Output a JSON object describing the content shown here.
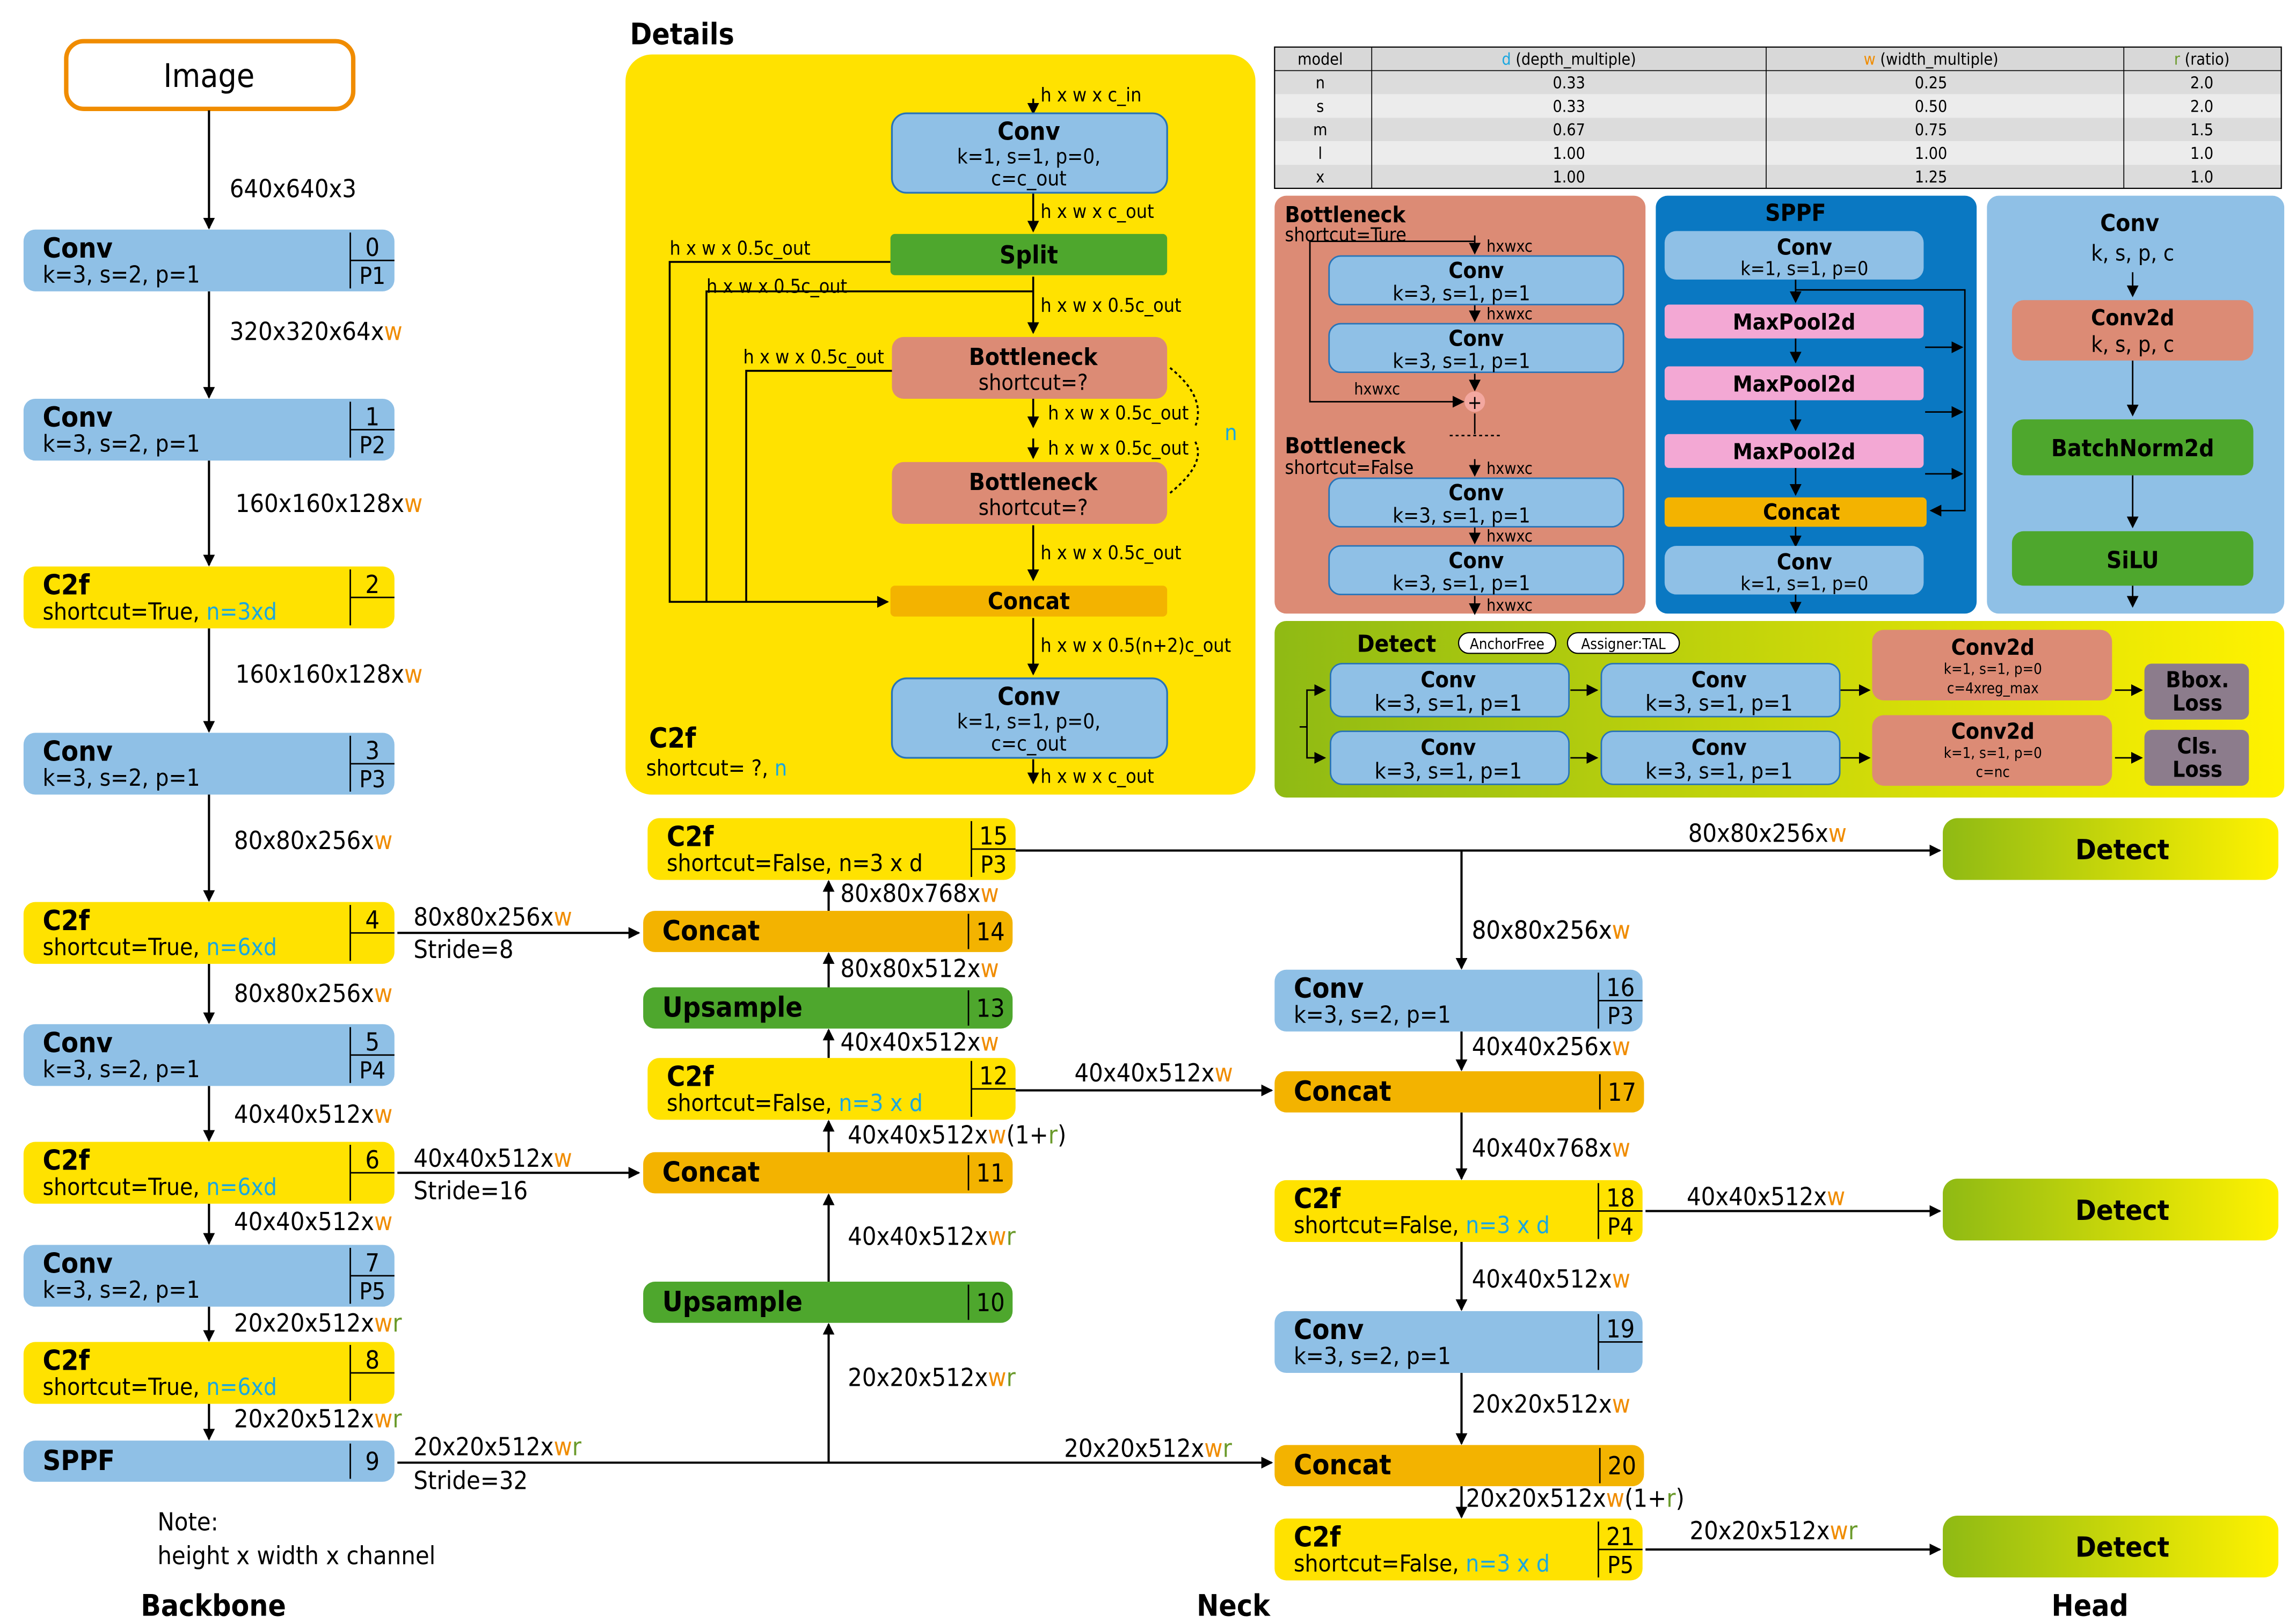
{
  "colors": {
    "blue": "#8fc0e6",
    "yellow": "#ffe200",
    "orange": "#f3b300",
    "green": "#4ea72d",
    "salmon": "#dc8b75",
    "pink": "#f3a8d4",
    "purple": "#8c7c8c",
    "olive": "#8fba14",
    "w": "#f08c00",
    "d": "#1aa7e0",
    "r": "#6a9a2a"
  },
  "sections": {
    "backbone": "Backbone",
    "neck": "Neck",
    "head": "Head",
    "details": "Details"
  },
  "note": {
    "line1": "Note:",
    "line2": "height x width x channel"
  },
  "image_box": "Image",
  "table": {
    "headers": [
      "model",
      "d (depth_multiple)",
      "w (width_multiple)",
      "r (ratio)"
    ],
    "rows": [
      [
        "n",
        "0.33",
        "0.25",
        "2.0"
      ],
      [
        "s",
        "0.33",
        "0.50",
        "2.0"
      ],
      [
        "m",
        "0.67",
        "0.75",
        "1.5"
      ],
      [
        "l",
        "1.00",
        "1.00",
        "1.0"
      ],
      [
        "x",
        "1.00",
        "1.25",
        "1.0"
      ]
    ]
  },
  "nodes": [
    {
      "id": "b0",
      "color": "blue",
      "title": "Conv",
      "sub": "k=3, s=2, p=1",
      "idx": "0",
      "tag": "P1"
    },
    {
      "id": "b1",
      "color": "blue",
      "title": "Conv",
      "sub": "k=3, s=2, p=1",
      "idx": "1",
      "tag": "P2"
    },
    {
      "id": "b2",
      "color": "yellow",
      "title": "C2f",
      "sub": "shortcut=True, ",
      "subc": "n=3xd",
      "idx": "2",
      "tag": ""
    },
    {
      "id": "b3",
      "color": "blue",
      "title": "Conv",
      "sub": "k=3, s=2, p=1",
      "idx": "3",
      "tag": "P3"
    },
    {
      "id": "b4",
      "color": "yellow",
      "title": "C2f",
      "sub": "shortcut=True, ",
      "subc": "n=6xd",
      "idx": "4",
      "tag": ""
    },
    {
      "id": "b5",
      "color": "blue",
      "title": "Conv",
      "sub": "k=3, s=2, p=1",
      "idx": "5",
      "tag": "P4"
    },
    {
      "id": "b6",
      "color": "yellow",
      "title": "C2f",
      "sub": "shortcut=True, ",
      "subc": "n=6xd",
      "idx": "6",
      "tag": ""
    },
    {
      "id": "b7",
      "color": "blue",
      "title": "Conv",
      "sub": "k=3, s=2, p=1",
      "idx": "7",
      "tag": "P5"
    },
    {
      "id": "b8",
      "color": "yellow",
      "title": "C2f",
      "sub": "shortcut=True, ",
      "subc": "n=6xd",
      "idx": "8",
      "tag": ""
    },
    {
      "id": "b9",
      "color": "blue",
      "title": "SPPF",
      "sub": "",
      "idx": "9",
      "tag": ""
    },
    {
      "id": "n15",
      "color": "yellow",
      "title": "C2f",
      "sub": "shortcut=False, n=3 x d",
      "idx": "15",
      "tag": "P3"
    },
    {
      "id": "n14",
      "color": "orange",
      "title": "Concat",
      "sub": "",
      "idx": "14",
      "tag": ""
    },
    {
      "id": "n13",
      "color": "green",
      "title": "Upsample",
      "sub": "",
      "idx": "13",
      "tag": ""
    },
    {
      "id": "n12",
      "color": "yellow",
      "title": "C2f",
      "sub": "shortcut=False, ",
      "subc": "n=3 x d",
      "idx": "12",
      "tag": ""
    },
    {
      "id": "n11",
      "color": "orange",
      "title": "Concat",
      "sub": "",
      "idx": "11",
      "tag": ""
    },
    {
      "id": "n10",
      "color": "green",
      "title": "Upsample",
      "sub": "",
      "idx": "10",
      "tag": ""
    },
    {
      "id": "n16",
      "color": "blue",
      "title": "Conv",
      "sub": "k=3, s=2, p=1",
      "idx": "16",
      "tag": "P3"
    },
    {
      "id": "n17",
      "color": "orange",
      "title": "Concat",
      "sub": "",
      "idx": "17",
      "tag": ""
    },
    {
      "id": "n18",
      "color": "yellow",
      "title": "C2f",
      "sub": "shortcut=False, ",
      "subc": "n=3 x d",
      "idx": "18",
      "tag": "P4"
    },
    {
      "id": "n19",
      "color": "blue",
      "title": "Conv",
      "sub": "k=3, s=2, p=1",
      "idx": "19",
      "tag": ""
    },
    {
      "id": "n20",
      "color": "orange",
      "title": "Concat",
      "sub": "",
      "idx": "20",
      "tag": ""
    },
    {
      "id": "n21",
      "color": "yellow",
      "title": "C2f",
      "sub": "shortcut=False, ",
      "subc": "n=3 x d",
      "idx": "21",
      "tag": "P5"
    }
  ],
  "detect_label": "Detect",
  "edge_labels": [
    {
      "id": "e1",
      "t": "640x640x3"
    },
    {
      "id": "e2",
      "t": "320x320x64x",
      "w": true
    },
    {
      "id": "e3",
      "t": "160x160x128x",
      "w": true
    },
    {
      "id": "e4",
      "t": "160x160x128x",
      "w": true
    },
    {
      "id": "e5",
      "t": "80x80x256x",
      "w": true
    },
    {
      "id": "e6",
      "t": "80x80x256x",
      "w": true
    },
    {
      "id": "e7",
      "t": "40x40x512x",
      "w": true
    },
    {
      "id": "e8",
      "t": "40x40x512x",
      "w": true
    },
    {
      "id": "e9",
      "t": "20x20x512x",
      "w": true,
      "r": true
    },
    {
      "id": "e10",
      "t": "20x20x512x",
      "w": true,
      "r": true
    },
    {
      "id": "s4",
      "t": "80x80x256x",
      "w": true
    },
    {
      "id": "s4b",
      "t": "Stride=8"
    },
    {
      "id": "s6",
      "t": "40x40x512x",
      "w": true
    },
    {
      "id": "s6b",
      "t": "Stride=16"
    },
    {
      "id": "s9",
      "t": "20x20x512x",
      "w": true,
      "r": true
    },
    {
      "id": "s9b",
      "t": "Stride=32"
    },
    {
      "id": "n1",
      "t": "20x20x512x",
      "w": true,
      "r": true
    },
    {
      "id": "n2",
      "t": "40x40x512x",
      "w": true,
      "r": true
    },
    {
      "id": "n3",
      "t": "40x40x512x",
      "w": true,
      "p": "(1+",
      "r2": true
    },
    {
      "id": "n4",
      "t": "40x40x512x",
      "w": true
    },
    {
      "id": "n5",
      "t": "80x80x512x",
      "w": true
    },
    {
      "id": "n6",
      "t": "80x80x768x",
      "w": true
    },
    {
      "id": "n7",
      "t": "80x80x256x",
      "w": true
    },
    {
      "id": "n8",
      "t": "40x40x512x",
      "w": true
    },
    {
      "id": "n9",
      "t": "20x20x512x",
      "w": true,
      "r": true
    },
    {
      "id": "h1",
      "t": "80x80x256x",
      "w": true
    },
    {
      "id": "h2",
      "t": "80x80x256x",
      "w": true
    },
    {
      "id": "h3",
      "t": "40x40x256x",
      "w": true
    },
    {
      "id": "h4",
      "t": "40x40x768x",
      "w": true
    },
    {
      "id": "h5",
      "t": "40x40x512x",
      "w": true
    },
    {
      "id": "h6",
      "t": "40x40x512x",
      "w": true
    },
    {
      "id": "h7",
      "t": "20x20x512x",
      "w": true
    },
    {
      "id": "h8",
      "t": "20x20x512x",
      "w": true,
      "p": "(1+",
      "r2": true
    },
    {
      "id": "h9",
      "t": "20x20x512x",
      "w": true,
      "r": true
    }
  ],
  "c2f_detail": {
    "in": "h x w x c_in",
    "conv1": [
      "Conv",
      "k=1, s=1, p=0,",
      "c=c_out"
    ],
    "a1": "h x w x c_out",
    "split": "Split",
    "s1": "h x w x 0.5c_out",
    "s2": "h x w x 0.5c_out",
    "s3": "h x w x 0.5c_out",
    "s4": "h x w x 0.5c_out",
    "bott": [
      "Bottleneck",
      "shortcut=?"
    ],
    "b1": "h x w x 0.5c_out",
    "b2": "h x w x 0.5c_out",
    "b3": "h x w x 0.5c_out",
    "nlabel": "n",
    "concat": "Concat",
    "a2": "h x w x 0.5(n+2)c_out",
    "conv2": [
      "Conv",
      "k=1, s=1, p=0,",
      "c=c_out"
    ],
    "out": "h x w x c_out",
    "title": "C2f",
    "sub": "shortcut= ?, ",
    "subn": "n"
  },
  "bottleneck_detail": {
    "t1": "Bottleneck",
    "s1": "shortcut=Ture",
    "t2": "Bottleneck",
    "s2": "shortcut=False",
    "conv": "Conv",
    "csub": "k=3, s=1, p=1",
    "hw": "hxwxc",
    "plus": "+"
  },
  "sppf_detail": {
    "title": "SPPF",
    "conv": "Conv",
    "csub": "k=1, s=1, p=0",
    "pool": "MaxPool2d",
    "concat": "Concat"
  },
  "conv_detail": {
    "title": "Conv",
    "sub": "k, s, p, c",
    "conv2d": "Conv2d",
    "conv2d_sub": "k, s, p, c",
    "bn": "BatchNorm2d",
    "silu": "SiLU"
  },
  "detect_detail": {
    "title": "Detect",
    "tag1": "AnchorFree",
    "tag2": "Assigner:TAL",
    "conv": "Conv",
    "csub": "k=3, s=1, p=1",
    "conv2d": "Conv2d",
    "c2d_a": "k=1, s=1, p=0",
    "c2d_b": "c=4xreg_max",
    "c2d_c": "c=nc",
    "bbox1": "Bbox.",
    "bbox2": "Loss",
    "cls1": "Cls.",
    "cls2": "Loss"
  }
}
